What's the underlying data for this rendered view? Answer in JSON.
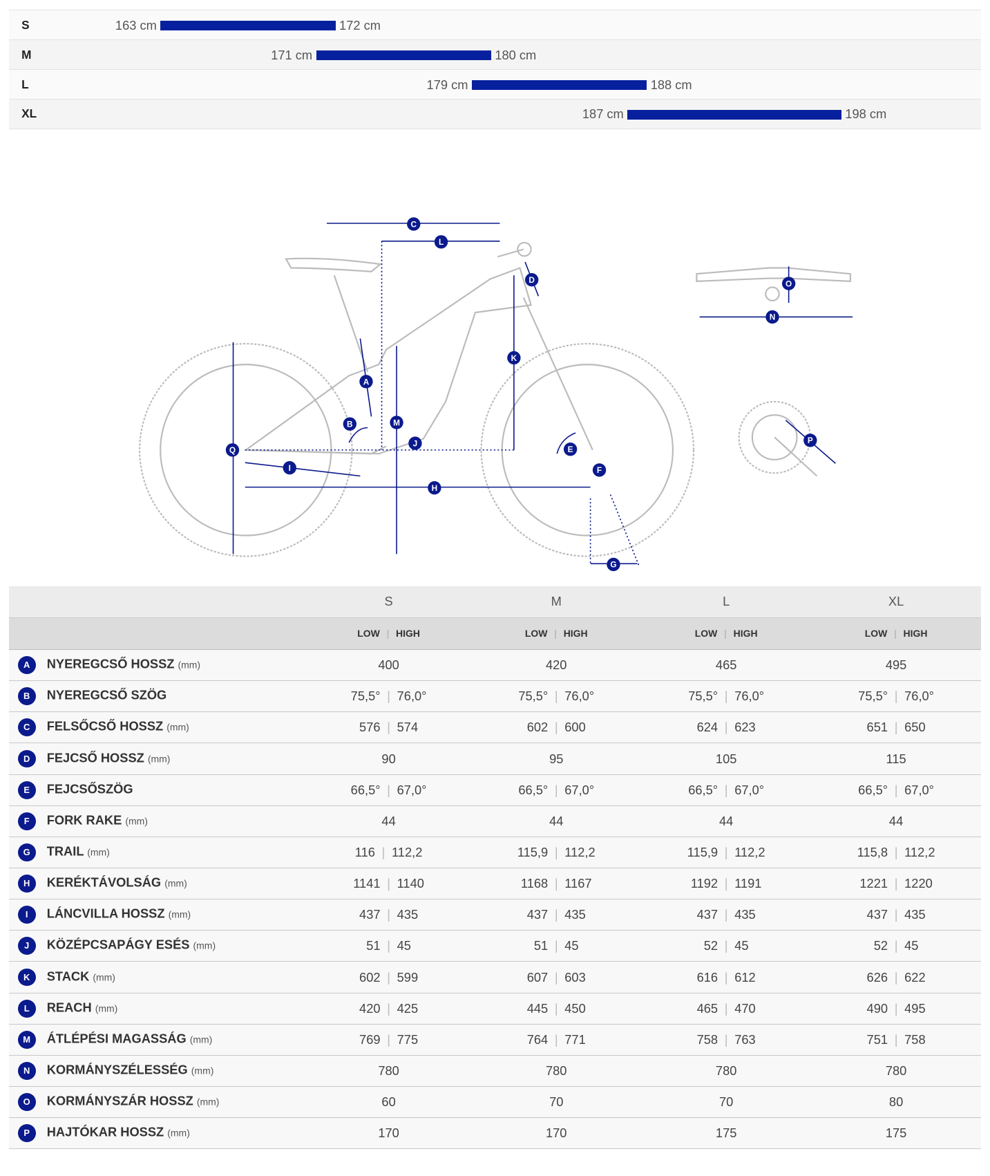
{
  "rider_sizes": [
    {
      "size": "S",
      "min": 163,
      "max": 172,
      "min_label": "163 cm",
      "max_label": "172 cm"
    },
    {
      "size": "M",
      "min": 171,
      "max": 180,
      "min_label": "171 cm",
      "max_label": "180 cm"
    },
    {
      "size": "L",
      "min": 179,
      "max": 188,
      "min_label": "179 cm",
      "max_label": "188 cm"
    },
    {
      "size": "XL",
      "min": 187,
      "max": 198,
      "min_label": "187 cm",
      "max_label": "198 cm"
    }
  ],
  "accent": "#06209e",
  "diagram_labels": [
    "A",
    "B",
    "C",
    "D",
    "E",
    "F",
    "G",
    "H",
    "I",
    "J",
    "K",
    "L",
    "M",
    "N",
    "O",
    "P",
    "Q"
  ],
  "table": {
    "sizes": [
      "S",
      "M",
      "L",
      "XL"
    ],
    "low": "LOW",
    "high": "HIGH",
    "rows": [
      {
        "badge": "A",
        "name": "NYEREGCSŐ HOSSZ",
        "unit": "(mm)",
        "values": [
          [
            "400"
          ],
          [
            "420"
          ],
          [
            "465"
          ],
          [
            "495"
          ]
        ]
      },
      {
        "badge": "B",
        "name": "NYEREGCSŐ SZÖG",
        "unit": "",
        "values": [
          [
            "75,5°",
            "76,0°"
          ],
          [
            "75,5°",
            "76,0°"
          ],
          [
            "75,5°",
            "76,0°"
          ],
          [
            "75,5°",
            "76,0°"
          ]
        ]
      },
      {
        "badge": "C",
        "name": "FELSŐCSŐ HOSSZ",
        "unit": "(mm)",
        "values": [
          [
            "576",
            "574"
          ],
          [
            "602",
            "600"
          ],
          [
            "624",
            "623"
          ],
          [
            "651",
            "650"
          ]
        ]
      },
      {
        "badge": "D",
        "name": "FEJCSŐ HOSSZ",
        "unit": "(mm)",
        "values": [
          [
            "90"
          ],
          [
            "95"
          ],
          [
            "105"
          ],
          [
            "115"
          ]
        ]
      },
      {
        "badge": "E",
        "name": "FEJCSŐSZÖG",
        "unit": "",
        "values": [
          [
            "66,5°",
            "67,0°"
          ],
          [
            "66,5°",
            "67,0°"
          ],
          [
            "66,5°",
            "67,0°"
          ],
          [
            "66,5°",
            "67,0°"
          ]
        ]
      },
      {
        "badge": "F",
        "name": "FORK RAKE",
        "unit": "(mm)",
        "values": [
          [
            "44"
          ],
          [
            "44"
          ],
          [
            "44"
          ],
          [
            "44"
          ]
        ]
      },
      {
        "badge": "G",
        "name": "TRAIL",
        "unit": "(mm)",
        "values": [
          [
            "116",
            "112,2"
          ],
          [
            "115,9",
            "112,2"
          ],
          [
            "115,9",
            "112,2"
          ],
          [
            "115,8",
            "112,2"
          ]
        ]
      },
      {
        "badge": "H",
        "name": "KERÉKTÁVOLSÁG",
        "unit": "(mm)",
        "values": [
          [
            "1141",
            "1140"
          ],
          [
            "1168",
            "1167"
          ],
          [
            "1192",
            "1191"
          ],
          [
            "1221",
            "1220"
          ]
        ]
      },
      {
        "badge": "I",
        "name": "LÁNCVILLA HOSSZ",
        "unit": "(mm)",
        "values": [
          [
            "437",
            "435"
          ],
          [
            "437",
            "435"
          ],
          [
            "437",
            "435"
          ],
          [
            "437",
            "435"
          ]
        ]
      },
      {
        "badge": "J",
        "name": "KÖZÉPCSAPÁGY ESÉS",
        "unit": "(mm)",
        "values": [
          [
            "51",
            "45"
          ],
          [
            "51",
            "45"
          ],
          [
            "52",
            "45"
          ],
          [
            "52",
            "45"
          ]
        ]
      },
      {
        "badge": "K",
        "name": "STACK",
        "unit": "(mm)",
        "values": [
          [
            "602",
            "599"
          ],
          [
            "607",
            "603"
          ],
          [
            "616",
            "612"
          ],
          [
            "626",
            "622"
          ]
        ]
      },
      {
        "badge": "L",
        "name": "REACH",
        "unit": "(mm)",
        "values": [
          [
            "420",
            "425"
          ],
          [
            "445",
            "450"
          ],
          [
            "465",
            "470"
          ],
          [
            "490",
            "495"
          ]
        ]
      },
      {
        "badge": "M",
        "name": "ÁTLÉPÉSI MAGASSÁG",
        "unit": "(mm)",
        "values": [
          [
            "769",
            "775"
          ],
          [
            "764",
            "771"
          ],
          [
            "758",
            "763"
          ],
          [
            "751",
            "758"
          ]
        ]
      },
      {
        "badge": "N",
        "name": "KORMÁNYSZÉLESSÉG",
        "unit": "(mm)",
        "values": [
          [
            "780"
          ],
          [
            "780"
          ],
          [
            "780"
          ],
          [
            "780"
          ]
        ]
      },
      {
        "badge": "O",
        "name": "KORMÁNYSZÁR HOSSZ",
        "unit": "(mm)",
        "values": [
          [
            "60"
          ],
          [
            "70"
          ],
          [
            "70"
          ],
          [
            "80"
          ]
        ]
      },
      {
        "badge": "P",
        "name": "HAJTÓKAR HOSSZ",
        "unit": "(mm)",
        "values": [
          [
            "170"
          ],
          [
            "170"
          ],
          [
            "175"
          ],
          [
            "175"
          ]
        ]
      }
    ]
  }
}
